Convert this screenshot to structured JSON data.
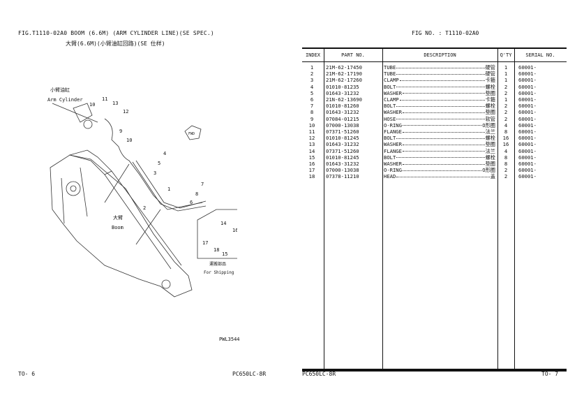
{
  "left_page": {
    "title_en": "FIG.T1110-02A0    BOOM (6.6M) (ARM CYLINDER LINE)(SE SPEC.)",
    "title_cn": "大臂(6.6M)(小臂油缸回路)(SE 仕样)",
    "diagram_labels": {
      "arm_cylinder_cn": "小臂油缸",
      "arm_cylinder_en": "Arm Cylinder",
      "boom_cn": "大臂",
      "boom_en": "Boom",
      "shipping_cn": "運搬部品",
      "shipping_en": "For Shipping",
      "fwd": "FWD",
      "callouts": [
        "1",
        "2",
        "3",
        "4",
        "5",
        "6",
        "7",
        "8",
        "9",
        "10",
        "10",
        "11",
        "12",
        "13",
        "14",
        "15",
        "16",
        "17",
        "18"
      ]
    },
    "drawing_no": "PWL3544",
    "page_no": "TO-   6",
    "model": "PC650LC-8R"
  },
  "right_page": {
    "fig_no": "FIG NO.  : T1110-02A0",
    "headers": {
      "index": "INDEX",
      "part_no": "PART  NO.",
      "description": "DESCRIPTION",
      "qty": "Q'TY",
      "serial": "SERIAL NO."
    },
    "rows": [
      {
        "index": "1",
        "part_no": "21M-62-17450",
        "desc": "TUBE",
        "desc_cn": "硬管",
        "qty": "1",
        "serial": "60001-"
      },
      {
        "index": "2",
        "part_no": "21M-62-17190",
        "desc": "TUBE",
        "desc_cn": "硬管",
        "qty": "1",
        "serial": "60001-"
      },
      {
        "index": "3",
        "part_no": "21M-62-17260",
        "desc": "CLAMP",
        "desc_cn": "卡箍",
        "qty": "1",
        "serial": "60001-"
      },
      {
        "index": "4",
        "part_no": "01010-81235",
        "desc": "BOLT",
        "desc_cn": "螺栓",
        "qty": "2",
        "serial": "60001-"
      },
      {
        "index": "5",
        "part_no": "01643-31232",
        "desc": "WASHER",
        "desc_cn": "垫圈",
        "qty": "2",
        "serial": "60001-"
      },
      {
        "index": "6",
        "part_no": "21N-62-13690",
        "desc": "CLAMP",
        "desc_cn": "卡箍",
        "qty": "1",
        "serial": "60001-"
      },
      {
        "index": "7",
        "part_no": "01010-81260",
        "desc": "BOLT",
        "desc_cn": "螺栓",
        "qty": "2",
        "serial": "60001-"
      },
      {
        "index": "8",
        "part_no": "01643-31232",
        "desc": "WASHER",
        "desc_cn": "垫圈",
        "qty": "2",
        "serial": "60001-"
      },
      {
        "index": "9",
        "part_no": "07084-01215",
        "desc": "HOSE",
        "desc_cn": "软管",
        "qty": "2",
        "serial": "60001-"
      },
      {
        "index": "10",
        "part_no": "07000-13038",
        "desc": "O-RING",
        "desc_cn": "O形圈",
        "qty": "4",
        "serial": "60001-"
      },
      {
        "index": "11",
        "part_no": "07371-51260",
        "desc": "FLANGE",
        "desc_cn": "法兰",
        "qty": "8",
        "serial": "60001-"
      },
      {
        "index": "12",
        "part_no": "01010-81245",
        "desc": "BOLT",
        "desc_cn": "螺栓",
        "qty": "16",
        "serial": "60001-"
      },
      {
        "index": "13",
        "part_no": "01643-31232",
        "desc": "WASHER",
        "desc_cn": "垫圈",
        "qty": "16",
        "serial": "60001-"
      },
      {
        "index": "14",
        "part_no": "07371-51260",
        "desc": "FLANGE",
        "desc_cn": "法兰",
        "qty": "4",
        "serial": "60001-"
      },
      {
        "index": "15",
        "part_no": "01010-81245",
        "desc": "BOLT",
        "desc_cn": "螺栓",
        "qty": "8",
        "serial": "60001-"
      },
      {
        "index": "16",
        "part_no": "01643-31232",
        "desc": "WASHER",
        "desc_cn": "垫圈",
        "qty": "8",
        "serial": "60001-"
      },
      {
        "index": "17",
        "part_no": "07000-13038",
        "desc": "O-RING",
        "desc_cn": "O形圈",
        "qty": "2",
        "serial": "60001-"
      },
      {
        "index": "18",
        "part_no": "07378-11210",
        "desc": "HEAD",
        "desc_cn": "盖",
        "qty": "2",
        "serial": "60001-"
      }
    ],
    "model": "PC650LC-8R",
    "page_no": "TO-   7"
  }
}
